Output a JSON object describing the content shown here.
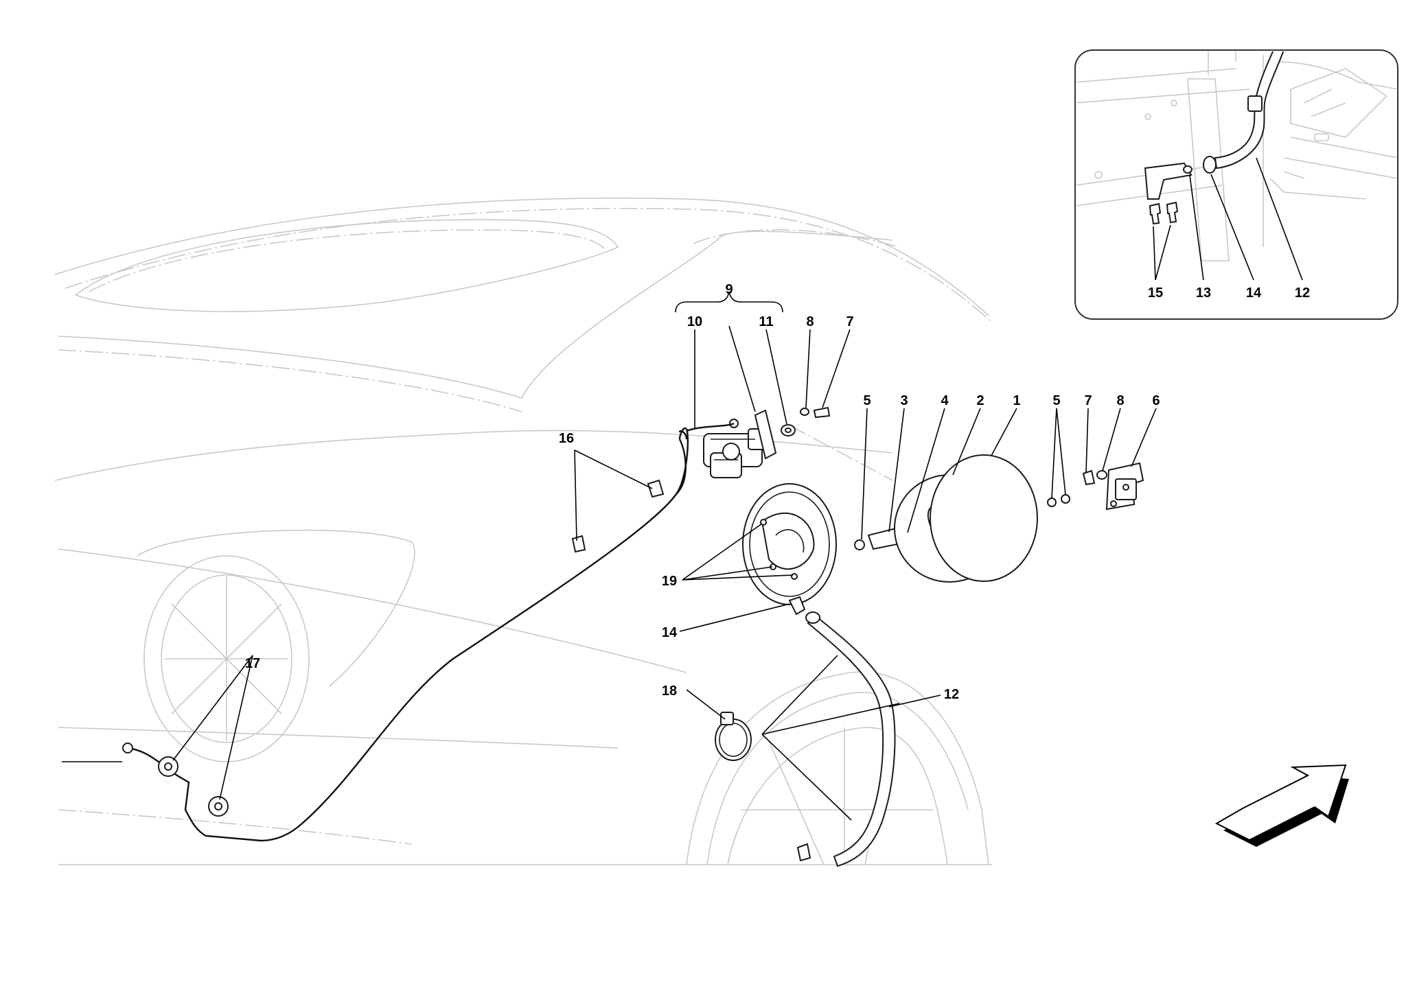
{
  "callouts": {
    "c1": "1",
    "c2": "2",
    "c3": "3",
    "c4": "4",
    "c5a": "5",
    "c5b": "5",
    "c6": "6",
    "c7a": "7",
    "c7b": "7",
    "c8a": "8",
    "c8b": "8",
    "c9": "9",
    "c10": "10",
    "c11": "11",
    "c12": "12",
    "c14": "14",
    "c16": "16",
    "c17": "17",
    "c18": "18",
    "c19": "19"
  },
  "inset": {
    "c15": "15",
    "c13": "13",
    "c14": "14",
    "c12": "12"
  },
  "direction_arrow": {
    "icon": "direction-arrow-icon"
  }
}
